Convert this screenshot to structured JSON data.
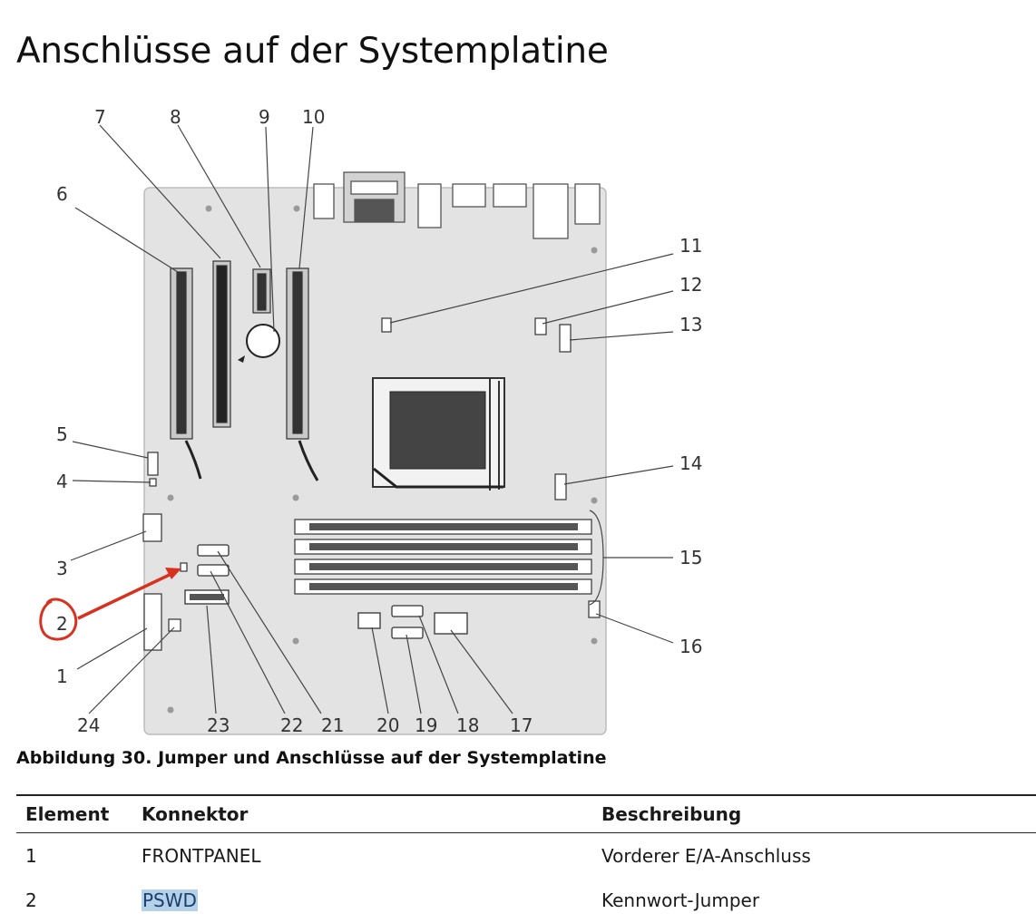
{
  "title": "Anschlüsse auf der Systemplatine",
  "figure": {
    "callouts": [
      "1",
      "2",
      "3",
      "4",
      "5",
      "6",
      "7",
      "8",
      "9",
      "10",
      "11",
      "12",
      "13",
      "14",
      "15",
      "16",
      "17",
      "18",
      "19",
      "20",
      "21",
      "22",
      "23",
      "24"
    ],
    "highlight_color": "#d9311f"
  },
  "caption": "Abbildung 30. Jumper und Anschlüsse auf der Systemplatine",
  "table": {
    "headers": [
      "Element",
      "Konnektor",
      "Beschreibung"
    ],
    "rows": [
      {
        "element": "1",
        "connector": "FRONTPANEL",
        "description": "Vorderer E/A-Anschluss"
      },
      {
        "element": "2",
        "connector": "PSWD",
        "description": "Kennwort-Jumper"
      }
    ],
    "highlight_color": "#b5d1ea"
  }
}
